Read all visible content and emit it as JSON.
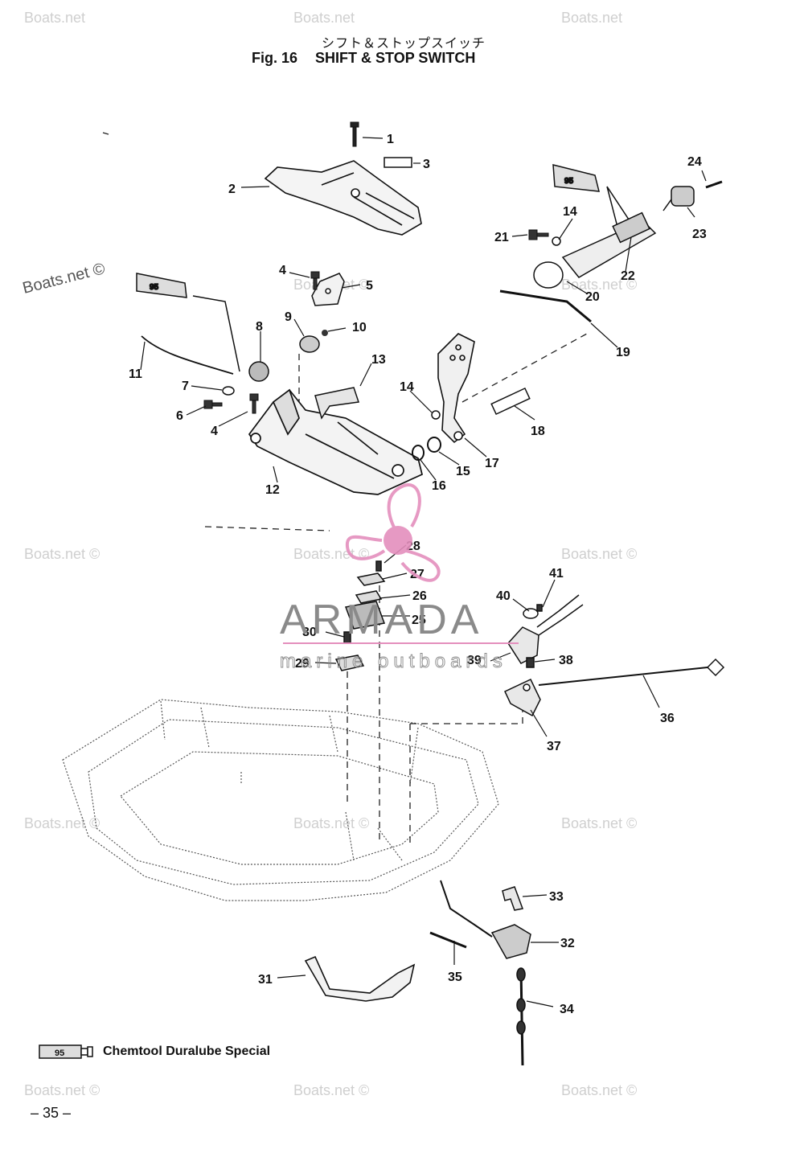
{
  "figure": {
    "title_jp": "シフト＆ストップスイッチ",
    "fig_label": "Fig. 16",
    "title_en": "SHIFT & STOP SWITCH"
  },
  "callouts": [
    "1",
    "2",
    "3",
    "4",
    "5",
    "6",
    "7",
    "8",
    "9",
    "10",
    "11",
    "12",
    "13",
    "14",
    "15",
    "16",
    "17",
    "18",
    "19",
    "20",
    "21",
    "22",
    "23",
    "24",
    "25",
    "26",
    "27",
    "28",
    "29",
    "30",
    "31",
    "32",
    "33",
    "34",
    "35",
    "36",
    "37",
    "38",
    "39",
    "40",
    "41"
  ],
  "legend": {
    "tube_label": "95",
    "text": "Chemtool Duralube Special"
  },
  "watermark": {
    "text": "Boats.net",
    "text_with_mark": "Boats.net ©"
  },
  "brand": {
    "name": "ARMADA",
    "tagline": "marine outboards",
    "colors": {
      "primary": "#e48fbd",
      "text": "#8a8a8a"
    }
  },
  "page_number": "– 35 –"
}
